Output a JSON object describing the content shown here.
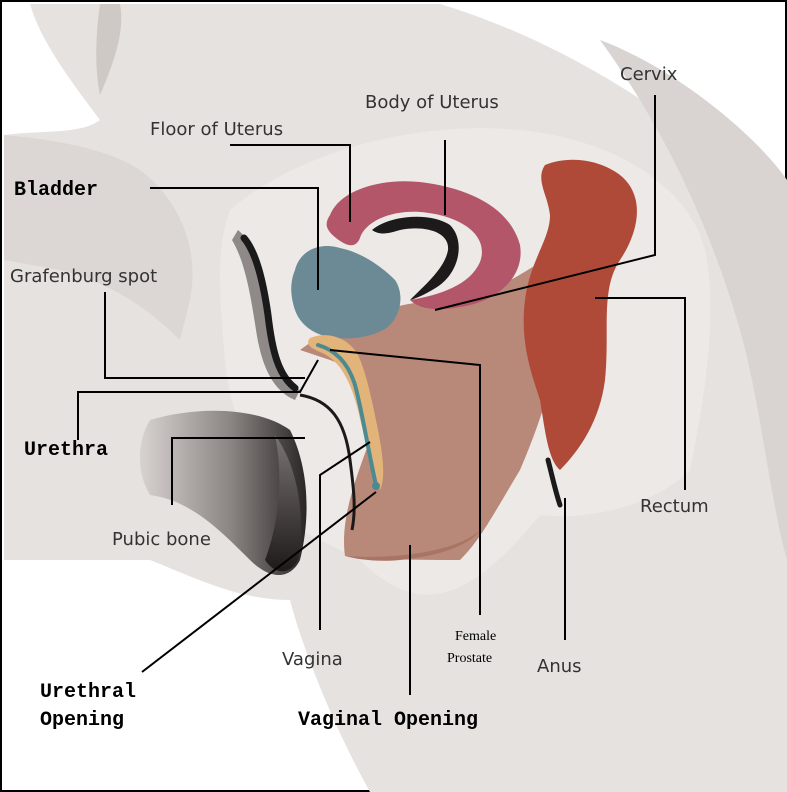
{
  "labels": {
    "cervix": "Cervix",
    "body_of_uterus": "Body of Uterus",
    "floor_of_uterus": "Floor of Uterus",
    "bladder": "Bladder",
    "grafenburg_spot": "Grafenburg spot",
    "urethra": "Urethra",
    "pubic_bone": "Pubic bone",
    "rectum": "Rectum",
    "vagina": "Vagina",
    "female_prostate_line1": "Female",
    "female_prostate_line2": "Prostate",
    "anus": "Anus",
    "urethral_opening_line1": "Urethral",
    "urethral_opening_line2": "Opening",
    "vaginal_opening": "Vaginal Opening"
  },
  "colors": {
    "tissue_light": "#e8e5e2",
    "tissue_mid": "#cfc9c5",
    "uterus": "#b4566a",
    "bladder": "#6b8a95",
    "vaginal_wall": "#b88878",
    "rectum": "#b04a38",
    "urethra_sponge": "#e2b47a",
    "urethra_duct": "#4c8a92"
  }
}
